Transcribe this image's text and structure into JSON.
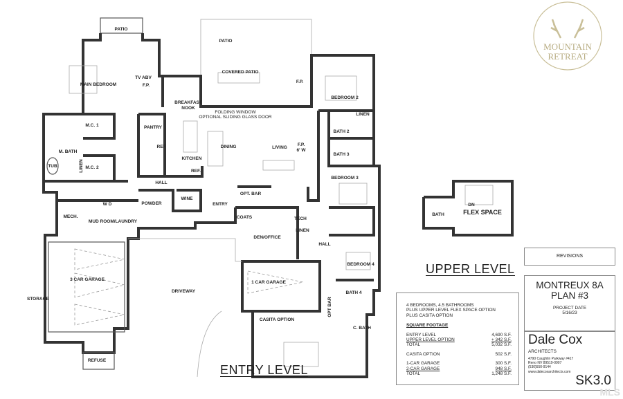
{
  "rooms": {
    "patio_main": "PATIO",
    "patio_top": "PATIO",
    "covered_patio": "COVERED PATIO",
    "fp_patio": "F.P.",
    "main_bedroom": "MAIN BEDROOM",
    "tv_abv": "TV ABV",
    "fp_main": "F.P.",
    "breakfast_1": "BREAKFAST",
    "breakfast_2": "NOOK",
    "bedroom_2": "BEDROOM 2",
    "linen_b2": "LINEN",
    "folding_1": "FOLDING WINDOW",
    "folding_2": "OPTIONAL SLIDING GLASS DOOR",
    "mc1": "M.C. 1",
    "pantry": "PANTRY",
    "bath_2": "BATH 2",
    "bath_3": "BATH 3",
    "dining": "DINING",
    "living": "LIVING",
    "fp_living_1": "F.P.",
    "fp_living_2": "6' W",
    "ref_pantry": "REF",
    "kitchen": "KITCHEN",
    "m_bath": "M. BATH",
    "tub": "TUB",
    "linen_mbath": "LINEN",
    "mc2": "M.C. 2",
    "ref_kitchen": "REF.",
    "bedroom_3": "BEDROOM 3",
    "hall_1": "HALL",
    "opt_bar": "OPT. BAR",
    "wine": "WINE",
    "wd": "W  D",
    "powder": "POWDER",
    "entry": "ENTRY",
    "mech": "MECH.",
    "mud_room": "MUD ROOM/LAUNDRY",
    "coats": "COATS",
    "tech": "TECH",
    "linen_hall": "LINEN",
    "den_office": "DEN/OFFICE",
    "hall_2": "HALL",
    "bedroom_4": "BEDROOM 4",
    "garage_3": "3 CAR GARAGE",
    "garage_1": "1 CAR GARAGE",
    "driveway": "DRIVEWAY",
    "bath_4": "BATH 4",
    "storage": "STORAGE",
    "opt_bar_2": "OPT BAR",
    "casita_option": "CASITA OPTION",
    "c_bath": "C. BATH",
    "refuse": "REFUSE"
  },
  "upper": {
    "dn": "DN",
    "bath": "BATH",
    "flex_space": "FLEX SPACE",
    "heading": "UPPER LEVEL"
  },
  "entry_heading": "ENTRY LEVEL",
  "revisions": "REVISIONS",
  "summary": {
    "line1": "4 BEDROOMS, 4.5 BATHROOMS",
    "line2": "PLUS UPPER LEVEL FLEX SPACE OPTION",
    "line3": "PLUS CASITA OPTION",
    "heading": "SQUARE FOOTAGE",
    "rows": [
      {
        "label": "ENTRY LEVEL",
        "value": "4,690 S.F."
      },
      {
        "label": "UPPER LEVEL OPTION",
        "value": "+ 342 S.F."
      },
      {
        "label": "TOTAL",
        "value": "5,032 S.F."
      },
      {
        "label": "CASITA OPTION",
        "value": "502 S.F."
      },
      {
        "label": "1-CAR GARAGE",
        "value": "300 S.F."
      },
      {
        "label": "2-CAR GARAGE",
        "value": "948 S.F."
      },
      {
        "label": "TOTAL",
        "value": "1,248 S.F."
      }
    ]
  },
  "title_block": {
    "project": "MONTREUX 8A",
    "plan": "PLAN #3",
    "date_label": "PROJECT DATE",
    "date": "5/16/23"
  },
  "firm": {
    "name": "Dale Cox",
    "subtitle": "ARCHITECTS",
    "address1": "4790 Caughlin Parkway #417",
    "address2": "Reno NV 89519-0907",
    "phone": "(530)550-9144",
    "website": "www.dalecoxarchitects.com",
    "sheet": "SK3.0"
  },
  "logo": {
    "line1": "MOUNTAIN",
    "line2": "RETREAT",
    "color": "#b8ad83"
  },
  "watermark": "MLS"
}
